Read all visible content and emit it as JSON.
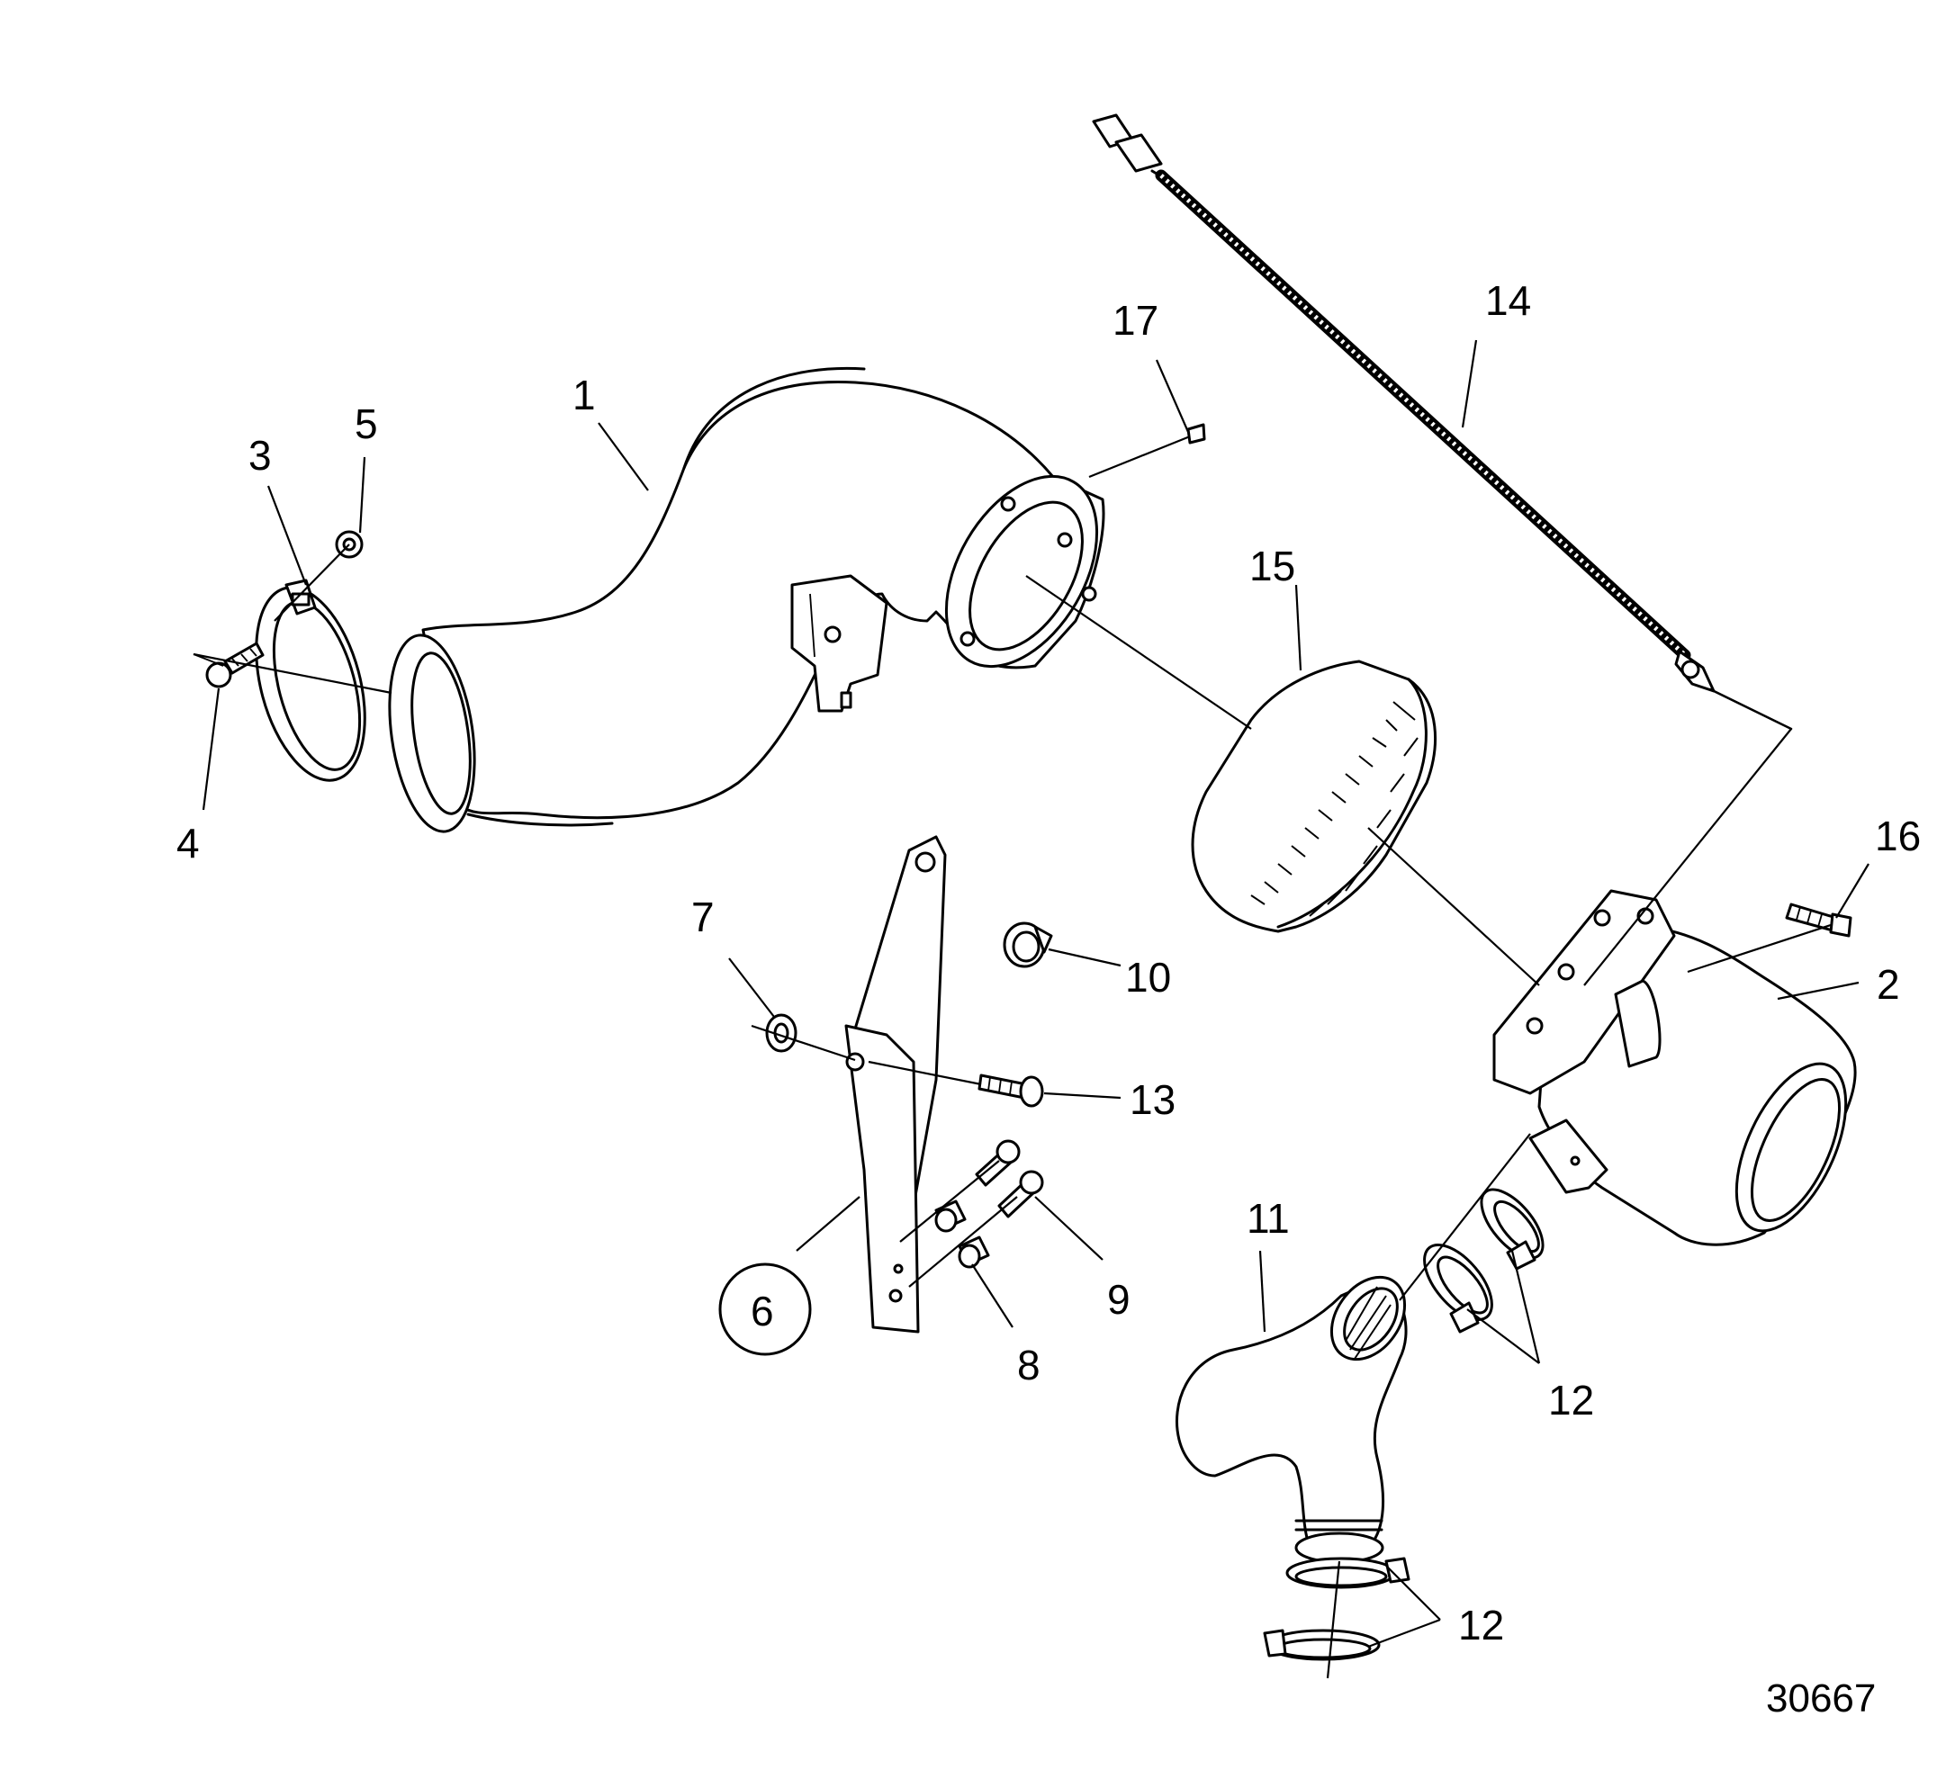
{
  "callouts": {
    "c1": "1",
    "c2": "2",
    "c3": "3",
    "c4": "4",
    "c5": "5",
    "c6": "6",
    "c7": "7",
    "c8": "8",
    "c9": "9",
    "c10": "10",
    "c11": "11",
    "c12a": "12",
    "c12b": "12",
    "c13": "13",
    "c14": "14",
    "c15": "15",
    "c16": "16",
    "c17": "17"
  },
  "figure_id": "30667"
}
